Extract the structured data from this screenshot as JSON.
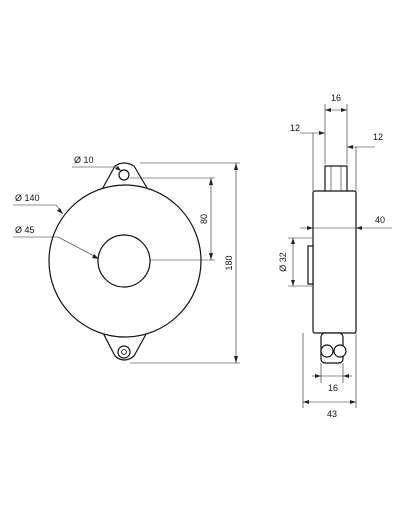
{
  "drawing": {
    "front_view": {
      "labels": {
        "hole_diameter": "Ø 10",
        "outer_diameter": "Ø 140",
        "inner_diameter": "Ø 45",
        "hole_spacing": "80",
        "overall_height": "180"
      }
    },
    "side_view": {
      "labels": {
        "top_width": "16",
        "left_offset": "12",
        "right_offset": "12",
        "body_thickness": "40",
        "side_diameter": "Ø 32",
        "bottom_width": "16",
        "overall_depth": "43"
      }
    }
  }
}
